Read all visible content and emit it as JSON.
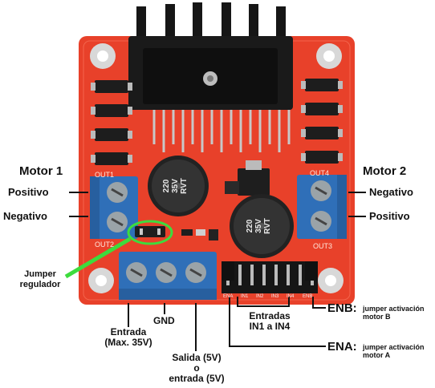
{
  "board": {
    "out1": "OUT1",
    "out2": "OUT2",
    "out3": "OUT3",
    "out4": "OUT4",
    "capacitor_text": [
      "220",
      "35V",
      "RVT"
    ],
    "header_pins": [
      "ENA",
      "IN1",
      "IN2",
      "IN3",
      "IN4",
      "ENB"
    ]
  },
  "labels": {
    "motor1": "Motor 1",
    "motor2": "Motor 2",
    "left_positive": "Positivo",
    "left_negative": "Negativo",
    "right_negative": "Negativo",
    "right_positive": "Positivo",
    "jumper": [
      "Jumper",
      "regulador"
    ],
    "entrada": [
      "Entrada",
      "(Max. 35V)"
    ],
    "gnd": "GND",
    "salida": [
      "Salida (5V)",
      "o",
      "entrada (5V)"
    ],
    "entradas": [
      "Entradas",
      "IN1 a IN4"
    ],
    "enb_title": "ENB:",
    "enb_desc": [
      "jumper activación",
      "motor B"
    ],
    "ena_title": "ENA:",
    "ena_desc": [
      "jumper activación",
      "motor A"
    ]
  },
  "colors": {
    "pcb": "#e8412a",
    "terminal": "#2f6fb8",
    "heatsink": "#111111",
    "callout_green": "#3ddc3d"
  }
}
